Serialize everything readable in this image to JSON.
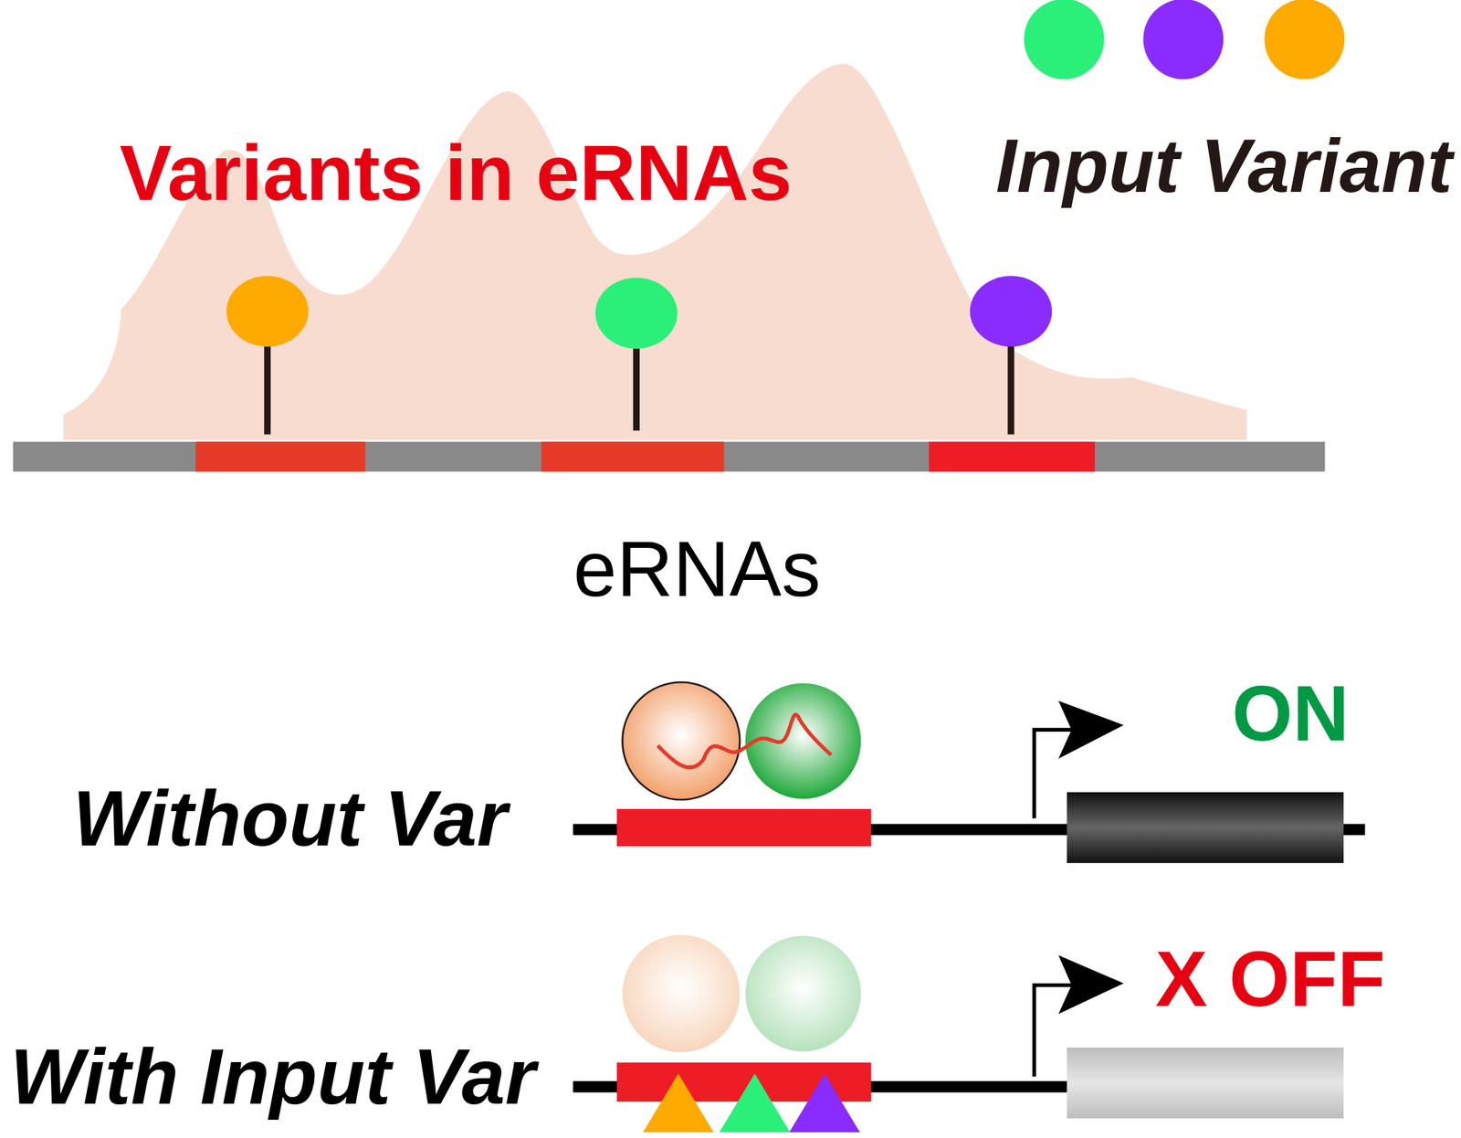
{
  "diagram": {
    "labels": [
      "Variants in eRNAs",
      "Input Variant",
      "eRNAs",
      "ON",
      "Without Var",
      "X OFF",
      "With Input Var"
    ]
  }
}
